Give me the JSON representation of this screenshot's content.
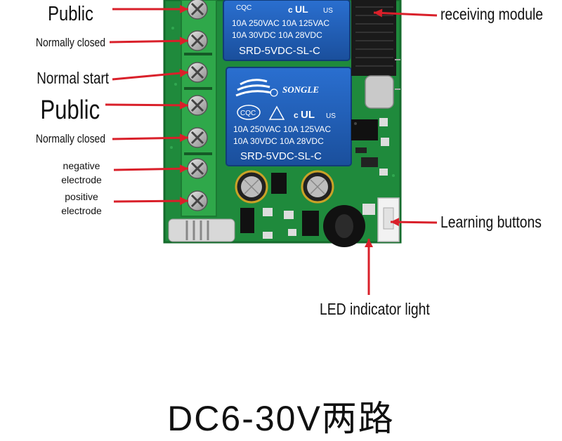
{
  "labels": {
    "public_1": "Public",
    "normally_closed_1": "Normally closed",
    "normal_start": "Normal start",
    "public_2": "Public",
    "normally_closed_2": "Normally closed",
    "negative_line1": "negative",
    "negative_line2": "electrode",
    "positive_line1": "positive",
    "positive_line2": "electrode",
    "receiving_module": "receiving module",
    "learning_buttons": "Learning buttons",
    "led_indicator": "LED indicator light"
  },
  "relay": {
    "brand": "SONGLE",
    "cert": "CQC",
    "cert_us": "US",
    "spec_1a": "10A 250VAC",
    "spec_1b": "10A 125VAC",
    "spec_2a": "10A  30VDC",
    "spec_2b": "10A  28VDC",
    "model": "SRD-5VDC-SL-C"
  },
  "footer": {
    "title": "DC6-30V两路"
  },
  "colors": {
    "arrow": "#d9202a",
    "pcb": "#1f8a3c",
    "terminal": "#2fa84a",
    "relay": "#1f5fb8"
  }
}
